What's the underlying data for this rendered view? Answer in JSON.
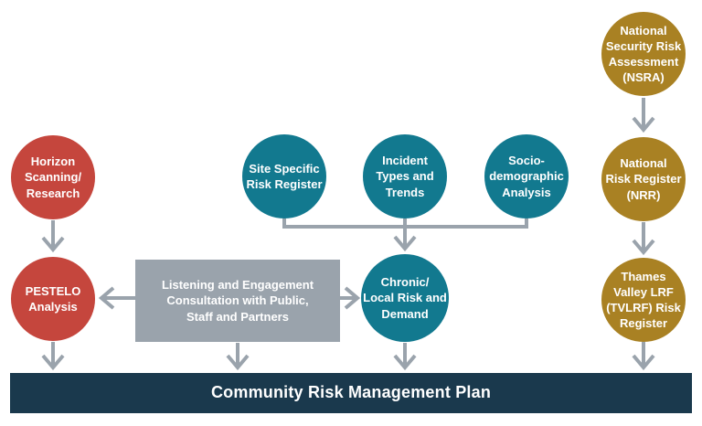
{
  "diagram_title": "Community Risk Management Plan flowchart",
  "colors": {
    "red": "#c5463d",
    "teal": "#12798f",
    "gold": "#a98123",
    "gray": "#9aa3ac",
    "navy": "#1a394d",
    "background": "#ffffff",
    "text": "#ffffff"
  },
  "nodes": {
    "horizon": {
      "label": "Horizon\nScanning/\nResearch"
    },
    "pestelo": {
      "label": "PESTELO\nAnalysis"
    },
    "site": {
      "label": "Site Specific\nRisk Register"
    },
    "incident": {
      "label": "Incident\nTypes and\nTrends"
    },
    "socio": {
      "label": "Socio-\ndemographic\nAnalysis"
    },
    "chronic": {
      "label": "Chronic/\nLocal Risk and\nDemand"
    },
    "nsra": {
      "label": "National\nSecurity Risk\nAssessment\n(NSRA)"
    },
    "nrr": {
      "label": "National\nRisk Register\n(NRR)"
    },
    "tvlrf": {
      "label": "Thames\nValley LRF\n(TVLRF) Risk\nRegister"
    },
    "listening": {
      "label": "Listening and Engagement\nConsultation with Public,\nStaff and Partners"
    },
    "crmp": {
      "label": "Community Risk Management Plan"
    }
  },
  "connections": [
    "Horizon Scanning/Research -> PESTELO Analysis",
    "PESTELO Analysis -> Community Risk Management Plan",
    "Listening and Engagement box -> PESTELO Analysis",
    "Listening and Engagement box -> Chronic/Local Risk and Demand",
    "Listening and Engagement box -> Community Risk Management Plan",
    "Site Specific Risk Register + Incident Types and Trends + Socio-demographic Analysis -> Chronic/Local Risk and Demand",
    "Chronic/Local Risk and Demand -> Community Risk Management Plan",
    "National Security Risk Assessment (NSRA) -> National Risk Register (NRR)",
    "National Risk Register (NRR) -> Thames Valley LRF (TVLRF) Risk Register",
    "Thames Valley LRF (TVLRF) Risk Register -> Community Risk Management Plan"
  ]
}
